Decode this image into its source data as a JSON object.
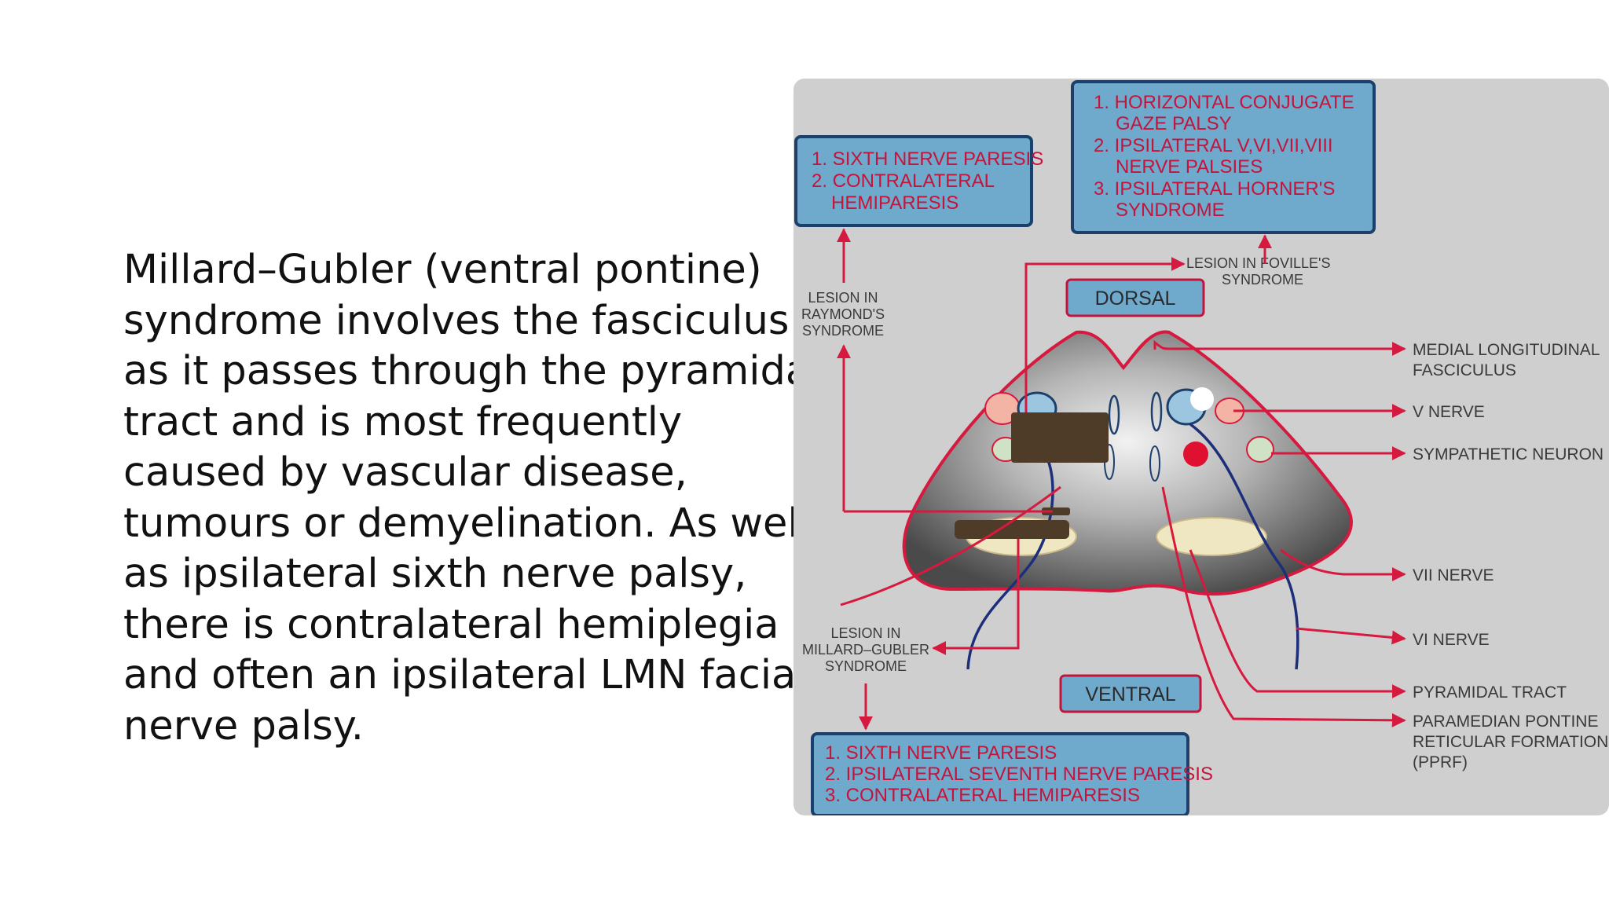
{
  "body_text_lines": [
    "Millard–Gubler (ventral pontine)",
    "syndrome involves the fasciculus",
    "as it passes through the pyramidal",
    "tract and is most frequently",
    "caused by vascular disease,",
    "tumours or demyelination. As well",
    "as ipsilateral sixth nerve palsy,",
    "there is contralateral hemiplegia",
    "and often an ipsilateral LMN facial",
    "nerve palsy."
  ],
  "diagram": {
    "box_raymond": [
      "1. SIXTH NERVE PARESIS",
      "2. CONTRALATERAL",
      "HEMIPARESIS"
    ],
    "box_foville": [
      "1. HORIZONTAL CONJUGATE",
      "GAZE PALSY",
      "2. IPSILATERAL V,VI,VII,VIII",
      "NERVE PALSIES",
      "3. IPSILATERAL HORNER'S",
      "SYNDROME"
    ],
    "box_millard": [
      "1. SIXTH NERVE PARESIS",
      "2. IPSILATERAL SEVENTH NERVE PARESIS",
      "3. CONTRALATERAL HEMIPARESIS"
    ],
    "lesion_foville": [
      "LESION IN FOVILLE'S",
      "SYNDROME"
    ],
    "lesion_raymond": [
      "LESION IN",
      "RAYMOND'S",
      "SYNDROME"
    ],
    "lesion_millard": [
      "LESION IN",
      "MILLARD–GUBLER",
      "SYNDROME"
    ],
    "dorsal": "DORSAL",
    "ventral": "VENTRAL",
    "right_labels": {
      "mlf": [
        "MEDIAL LONGITUDINAL",
        "FASCICULUS"
      ],
      "v_nerve": "V NERVE",
      "sympathetic": "SYMPATHETIC NEURON",
      "vii_nerve": "VII NERVE",
      "vi_nerve": "VI NERVE",
      "pyramidal": "PYRAMIDAL TRACT",
      "pprf": [
        "PARAMEDIAN PONTINE",
        "RETICULAR FORMATION",
        "(PPRF)"
      ]
    },
    "colors": {
      "box_fill": "#6fa9cc",
      "box_border": "#1d3f6b",
      "box_text": "#c4143c",
      "arrow": "#d6193f",
      "background": "#cfcfcf"
    }
  }
}
